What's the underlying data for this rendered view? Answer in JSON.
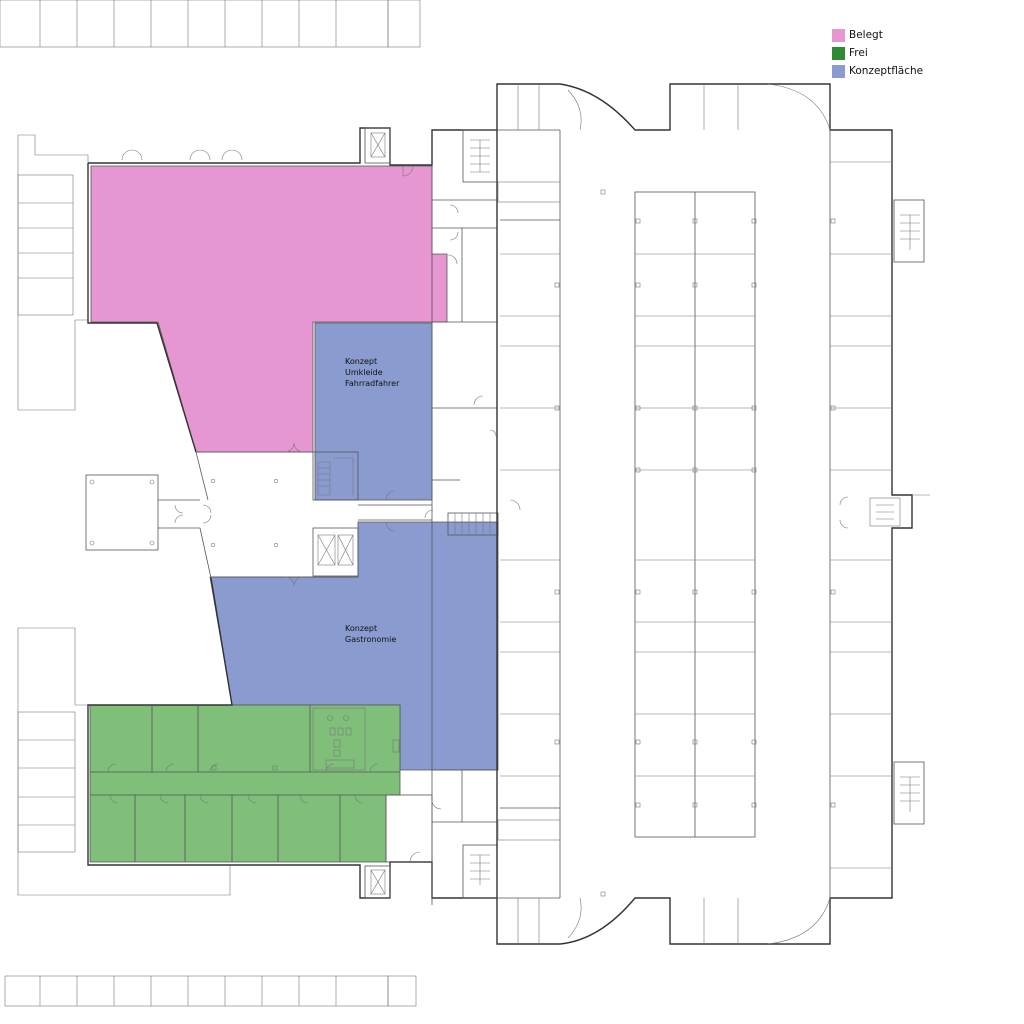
{
  "legend": {
    "items": [
      {
        "label": "Belegt",
        "color": "#e697d2"
      },
      {
        "label": "Frei",
        "color": "#2f8a36"
      },
      {
        "label": "Konzeptfläche",
        "color": "#8a9bd0"
      }
    ]
  },
  "zones": {
    "umkleide": {
      "lines": [
        "Konzept",
        "Umkleide",
        "Fahrradfahrer"
      ]
    },
    "gastronomie": {
      "lines": [
        "Konzept",
        "Gastronomie"
      ]
    }
  },
  "colors": {
    "belegt": "#e697d2",
    "frei": "#7fbf7a",
    "konzept": "#8a9bd0"
  }
}
